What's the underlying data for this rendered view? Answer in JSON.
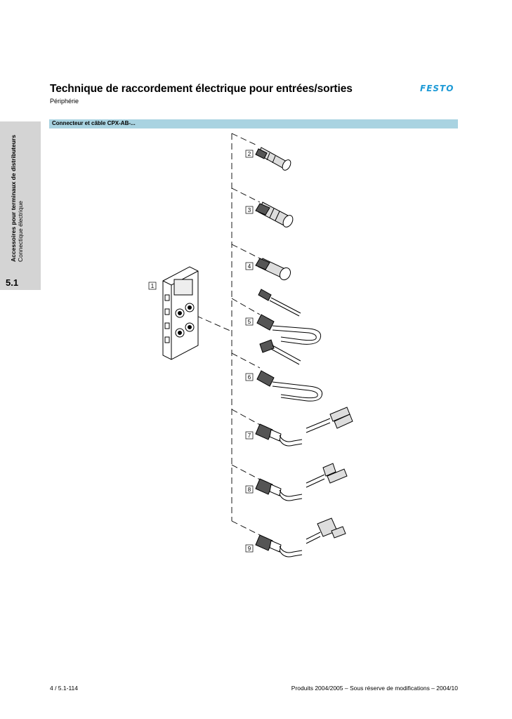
{
  "header": {
    "title": "Technique de raccordement électrique pour entrées/sorties",
    "subtitle": "Périphérie",
    "brand": "FESTO",
    "brand_color": "#1d9ad6"
  },
  "side_tab": {
    "title_bold": "Accessoires pour terminaux de distributeurs",
    "title_normal": "Connectique électrique",
    "section_number": "5.1"
  },
  "section": {
    "title": "Connecteur et câble CPX-AB-..."
  },
  "diagram": {
    "callouts": [
      "1",
      "2",
      "3",
      "4",
      "5",
      "6",
      "7",
      "8",
      "9"
    ]
  },
  "footer": {
    "page": "4 / 5.1-114",
    "note": "Produits 2004/2005 – Sous réserve de modifications – 2004/10"
  }
}
